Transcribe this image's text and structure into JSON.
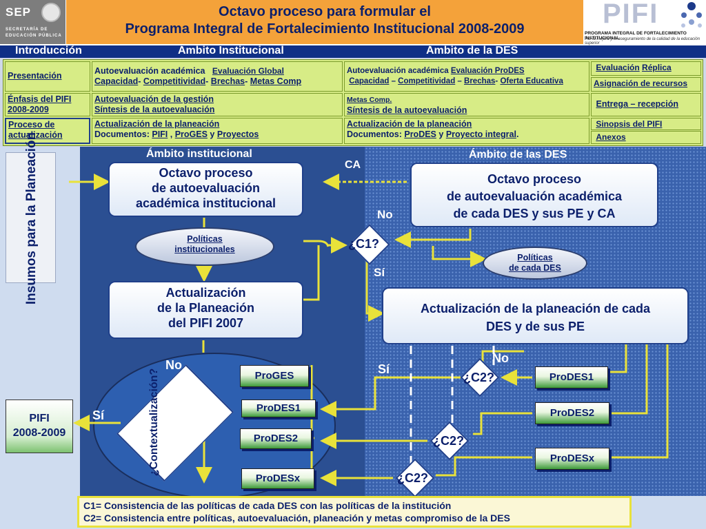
{
  "header": {
    "sep_logo": {
      "name": "SEP",
      "line1": "SECRETARÍA DE",
      "line2": "EDUCACIÓN PÚBLICA"
    },
    "title_line1": "Octavo proceso para formular el",
    "title_line2": "Programa Integral de Fortalecimiento Institucional 2008-2009",
    "pifi_logo": {
      "name": "PIFI",
      "line1": "PROGRAMA INTEGRAL DE FORTALECIMIENTO INSTITUCIONAL",
      "line2": "Por la mejora y el aseguramiento de la calidad de la educación superior"
    }
  },
  "navbar": {
    "intro": "Introducción",
    "ambito_inst": "Ámbito Institucional",
    "ambito_des": "Ámbito de la DES"
  },
  "nav": {
    "presentacion": "Presentación",
    "enfasis": "Énfasis del PIFI 2008-2009",
    "proceso": "Proceso de actualización",
    "r1_inst_a": "Autoevaluación académica",
    "r1_inst_b": "Evaluación Global",
    "r1_inst_c": "Capacidad",
    "r1_inst_d": "Competitividad",
    "r1_inst_e": "Brechas",
    "r1_inst_f": "Metas Comp",
    "r2_inst_a": "Autoevaluación de la gestión",
    "r2_inst_b": "Síntesis de la autoevaluación",
    "r3_inst_a": "Actualización de la planeación",
    "r3_inst_b": "Documentos:",
    "r3_inst_c": "PIFI",
    "r3_inst_d": "ProGES",
    "r3_inst_e": "Proyectos",
    "r1_des_a": "Autoevaluación académica",
    "r1_des_b": "Evaluación ProDES",
    "r1_des_c": "Capacidad",
    "r1_des_d": "Competitividad",
    "r1_des_e": "Brechas",
    "r1_des_f": "Oferta Educativa",
    "r2_des_a": "Metas Comp.",
    "r2_des_b": "Síntesis de la autoevaluación",
    "r3_des_a": "Actualización de la planeación",
    "r3_des_b": "Documentos:",
    "r3_des_c": "ProDES",
    "r3_des_d": "Proyecto integral",
    "evaluacion": "Evaluación",
    "replica": "Réplica",
    "asignacion": "Asignación de recursos",
    "entrega": "Entrega – recepción",
    "sinopsis": "Sinopsis del PIFI",
    "anexos": "Anexos"
  },
  "diagram": {
    "ambito_inst": "Ámbito institucional",
    "ambito_des": "Ámbito de las DES",
    "insumos": "Insumos para la Planeación",
    "octavo_inst": [
      "Octavo proceso",
      "de autoevaluación",
      "académica institucional"
    ],
    "octavo_des": [
      "Octavo proceso",
      "de autoevaluación académica",
      "de cada DES y sus PE y CA"
    ],
    "ca": "CA",
    "politicas_inst": [
      "Políticas",
      "institucionales"
    ],
    "politicas_des": [
      "Políticas",
      "de cada DES"
    ],
    "c1": "¿C1?",
    "no1": "No",
    "si1": "Sí",
    "actual_inst": [
      "Actualización",
      "de la Planeación",
      "del PIFI 2007"
    ],
    "actual_des": [
      "Actualización de la planeación de cada",
      "DES y de sus PE"
    ],
    "no2": "No",
    "si2": "Sí",
    "no3": "No",
    "si3": "Sí",
    "contextualizacion": "¿Contextualización?",
    "proges": "ProGES",
    "prodes1_l": "ProDES1",
    "prodes2_l": "ProDES2",
    "prodesx_l": "ProDESx",
    "prodes1_r": "ProDES1",
    "prodes2_r": "ProDES2",
    "prodesx_r": "ProDESx",
    "c2": "¿C2?",
    "pifi": [
      "PIFI",
      "2008-2009"
    ]
  },
  "legend": {
    "l1": "C1= Consistencia de las políticas de cada DES con las políticas de la institución",
    "l2": "C2= Consistencia entre  políticas, autoevaluación, planeación y metas compromiso de la DES"
  },
  "colors": {
    "title_bg": "#f4a23a",
    "navbar_bg": "#0f2f86",
    "table_bg": "#d7ec86",
    "text_navy": "#0b1f6b"
  }
}
